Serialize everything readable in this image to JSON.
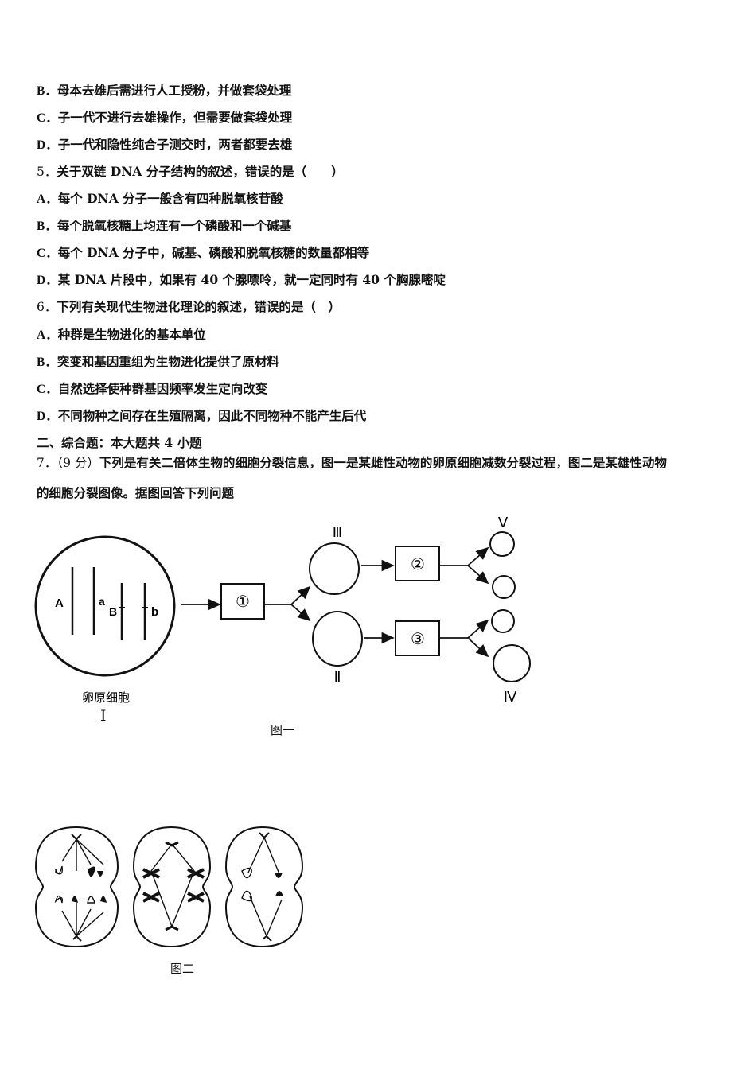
{
  "lines": [
    {
      "id": "q4b",
      "letter": "B",
      "text": "．母本去雄后需进行人工授粉，并做套袋处理"
    },
    {
      "id": "q4c",
      "letter": "C",
      "text": "．子一代不进行去雄操作，但需要做套袋处理"
    },
    {
      "id": "q4d",
      "letter": "D",
      "text": "．子一代和隐性纯合子测交时，两者都要去雄"
    },
    {
      "id": "q5",
      "num": "5．",
      "text": "关于双链 DNA 分子结构的叙述，错误的是（　　）"
    },
    {
      "id": "q5a",
      "letter": "A",
      "text": "．每个 DNA 分子一般含有四种脱氧核苷酸"
    },
    {
      "id": "q5b",
      "letter": "B",
      "text": "．每个脱氧核糖上均连有一个磷酸和一个碱基"
    },
    {
      "id": "q5c",
      "letter": "C",
      "text": "．每个 DNA 分子中，碱基、磷酸和脱氧核糖的数量都相等"
    },
    {
      "id": "q5d",
      "letter": "D",
      "text": "．某 DNA 片段中，如果有 40 个腺嘌呤，就一定同时有 40 个胸腺嘧啶"
    },
    {
      "id": "q6",
      "num": "6．",
      "text": "下列有关现代生物进化理论的叙述，错误的是（　）"
    },
    {
      "id": "q6a",
      "letter": "A",
      "text": "．种群是生物进化的基本单位"
    },
    {
      "id": "q6b",
      "letter": "B",
      "text": "．突变和基因重组为生物进化提供了原材料"
    },
    {
      "id": "q6c",
      "letter": "C",
      "text": "．自然选择使种群基因频率发生定向改变"
    },
    {
      "id": "q6d",
      "letter": "D",
      "text": "．不同物种之间存在生殖隔离，因此不同物种不能产生后代"
    }
  ],
  "section2": {
    "title": "二、综合题：本大题共 4 小题"
  },
  "q7": {
    "num": "7．",
    "score": "（9 分）",
    "line1": "下列是有关二倍体生物的细胞分裂信息，图一是某雌性动物的卵原细胞减数分裂过程，图二是某雄性动物",
    "line2": "的细胞分裂图像。据图回答下列问题"
  },
  "figure1": {
    "caption": "图一",
    "cell_label": "卵原细胞",
    "cell_numeral": "Ⅰ",
    "genes": {
      "A": "A",
      "a": "a",
      "B": "B",
      "b": "b"
    },
    "steps": [
      "①",
      "②",
      "③"
    ],
    "numerals": {
      "III": "Ⅲ",
      "II": "Ⅱ",
      "V": "Ⅴ",
      "IV": "Ⅳ"
    }
  },
  "figure2": {
    "caption": "图二"
  }
}
